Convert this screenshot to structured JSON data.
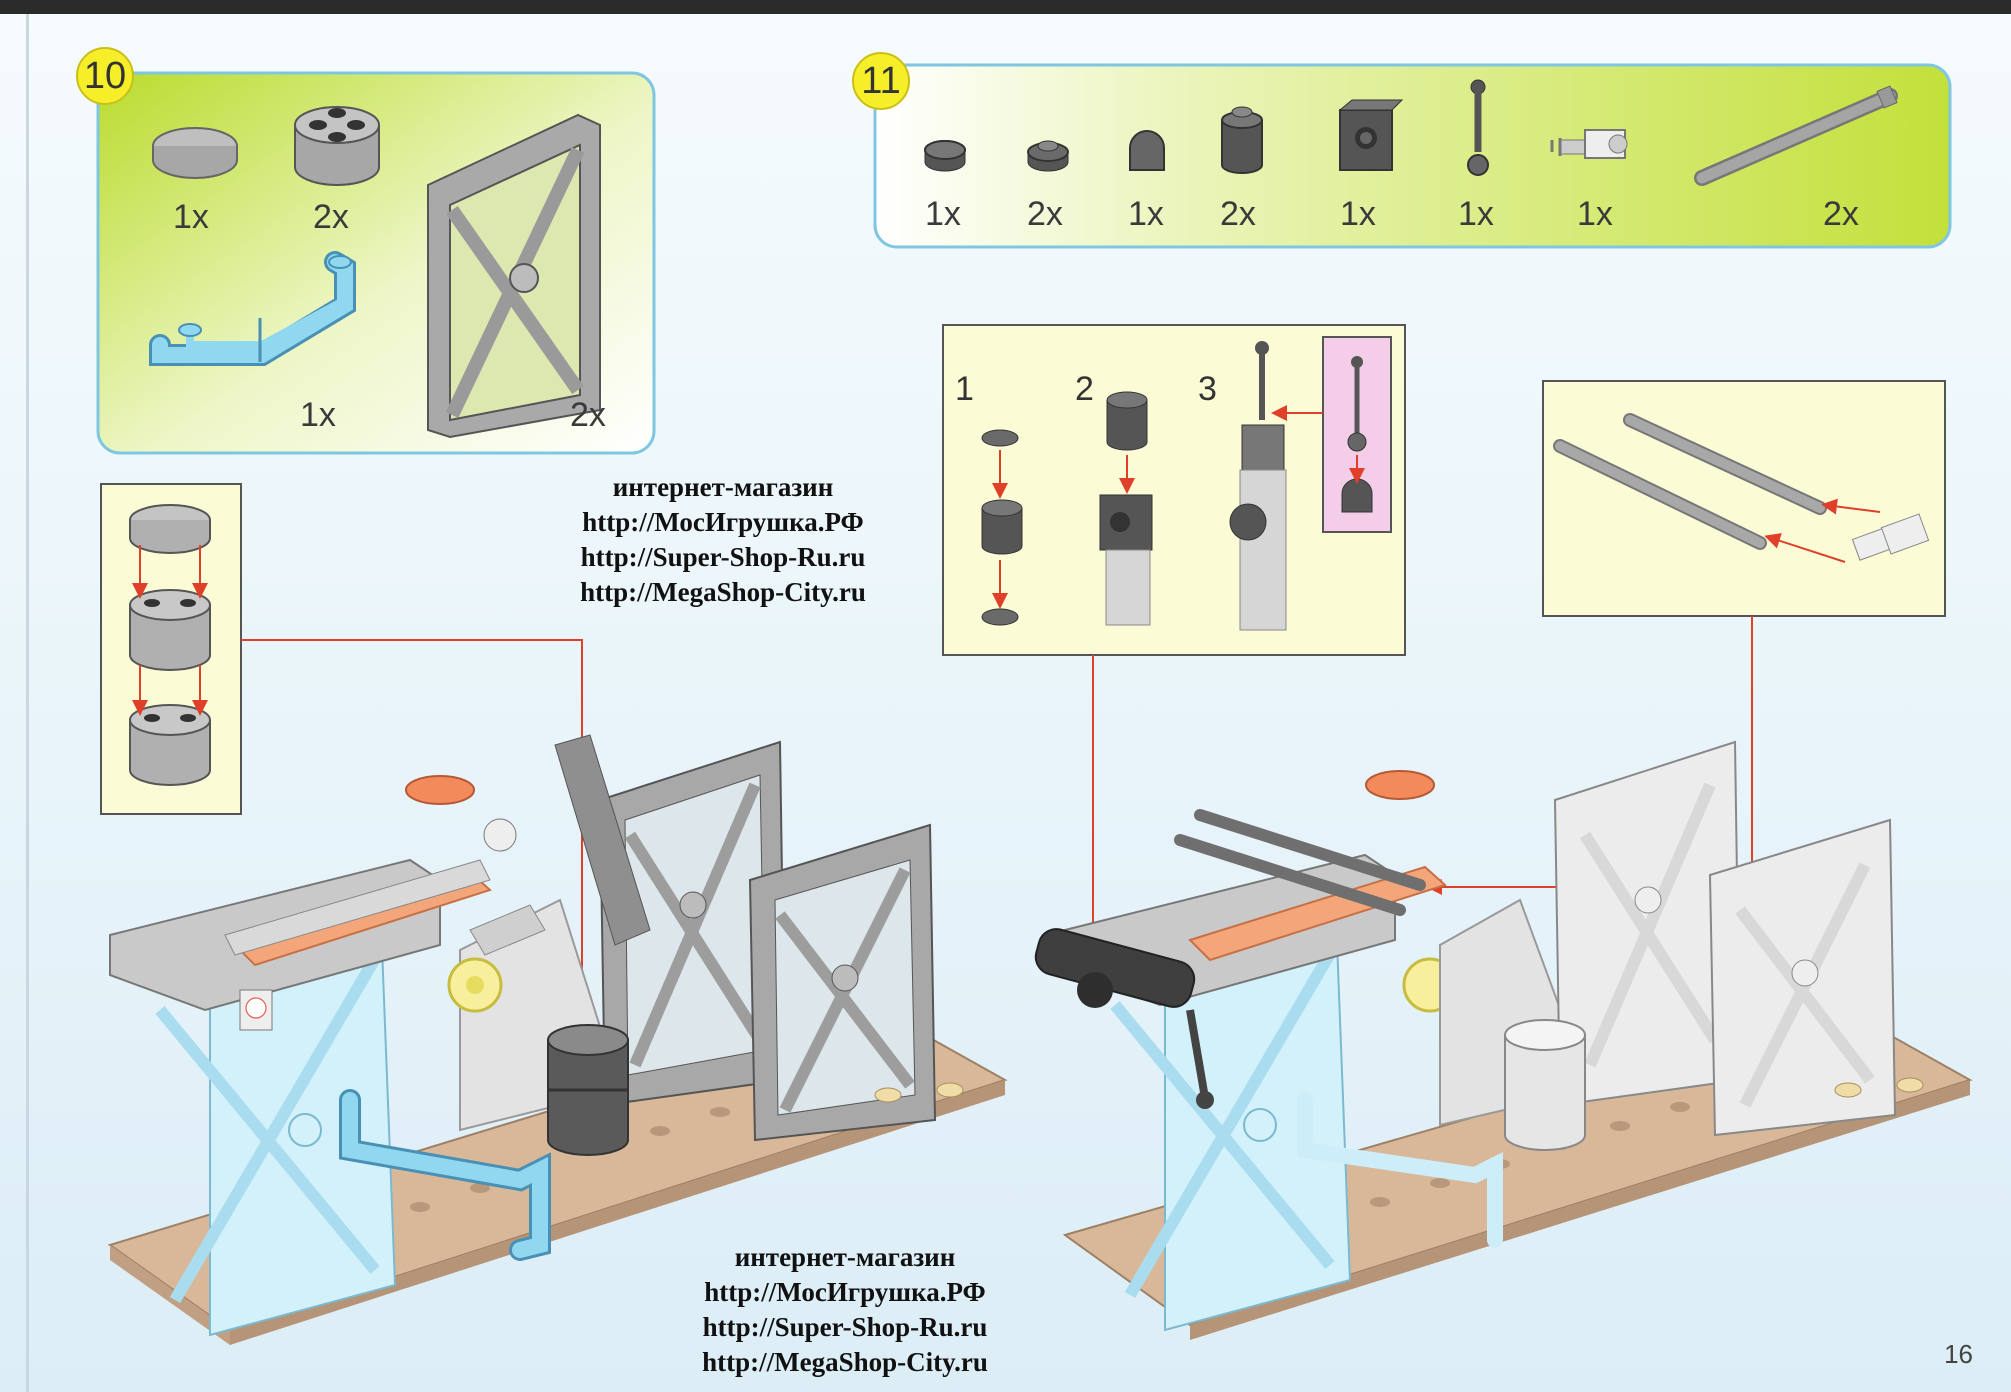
{
  "step10": {
    "number": "10",
    "parts": [
      {
        "name": "round-tile-2x2",
        "qty": "1x"
      },
      {
        "name": "round-brick-2x2",
        "qty": "2x"
      },
      {
        "name": "pipe-rail",
        "qty": "1x"
      },
      {
        "name": "frame-panel",
        "qty": "2x"
      }
    ]
  },
  "step11": {
    "number": "11",
    "parts": [
      {
        "name": "round-tile-1x1",
        "qty": "1x"
      },
      {
        "name": "round-plate-1x1",
        "qty": "2x"
      },
      {
        "name": "dome-brick-1x1",
        "qty": "1x"
      },
      {
        "name": "round-brick-1x1",
        "qty": "2x"
      },
      {
        "name": "brick-with-stud-side",
        "qty": "1x"
      },
      {
        "name": "lever-bar",
        "qty": "1x"
      },
      {
        "name": "clip-bar-holder",
        "qty": "1x"
      },
      {
        "name": "long-bar",
        "qty": "2x"
      }
    ]
  },
  "subassembly": {
    "labels": [
      "1",
      "2",
      "3"
    ]
  },
  "ad_top": {
    "line1": "интернет-магазин",
    "line2": "http://МосИгрушка.РФ",
    "line3": "http://Super-Shop-Ru.ru",
    "line4": "http://MegaShop-City.ru"
  },
  "ad_bottom": {
    "line1": "интернет-магазин",
    "line2": "http://МосИгрушка.РФ",
    "line3": "http://Super-Shop-Ru.ru",
    "line4": "http://MegaShop-City.ru"
  },
  "page_number": "16",
  "colors": {
    "callout_green": "#c6e24a",
    "arrow": "#e0402a",
    "badge": "#f7ee2a",
    "base_tan": "#d9b89a",
    "pipe_blue": "#8fd8f0"
  }
}
